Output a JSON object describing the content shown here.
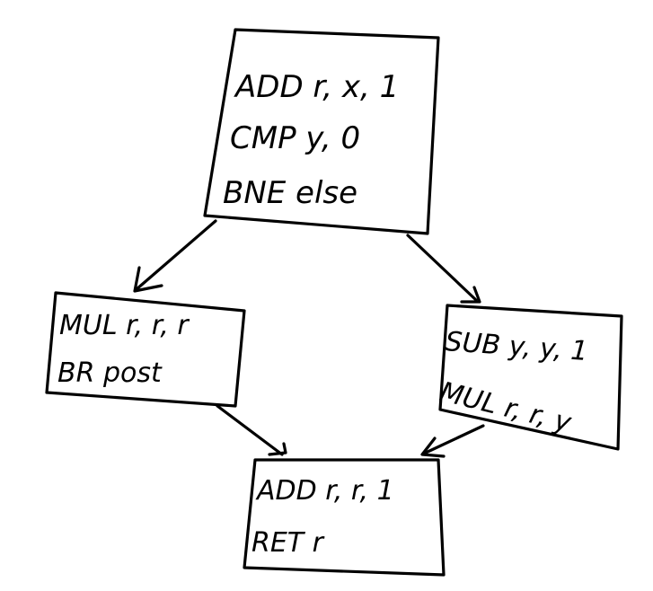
{
  "blocks": {
    "entry": {
      "line1": "ADD r, x, 1",
      "line2": "CMP y, 0",
      "line3": "BNE else"
    },
    "then": {
      "line1": "MUL r, r, r",
      "line2": "BR post"
    },
    "else": {
      "line1": "SUB y, y, 1",
      "line2": "MUL r, r, y"
    },
    "post": {
      "line1": "ADD r, r, 1",
      "line2": "RET r"
    }
  }
}
